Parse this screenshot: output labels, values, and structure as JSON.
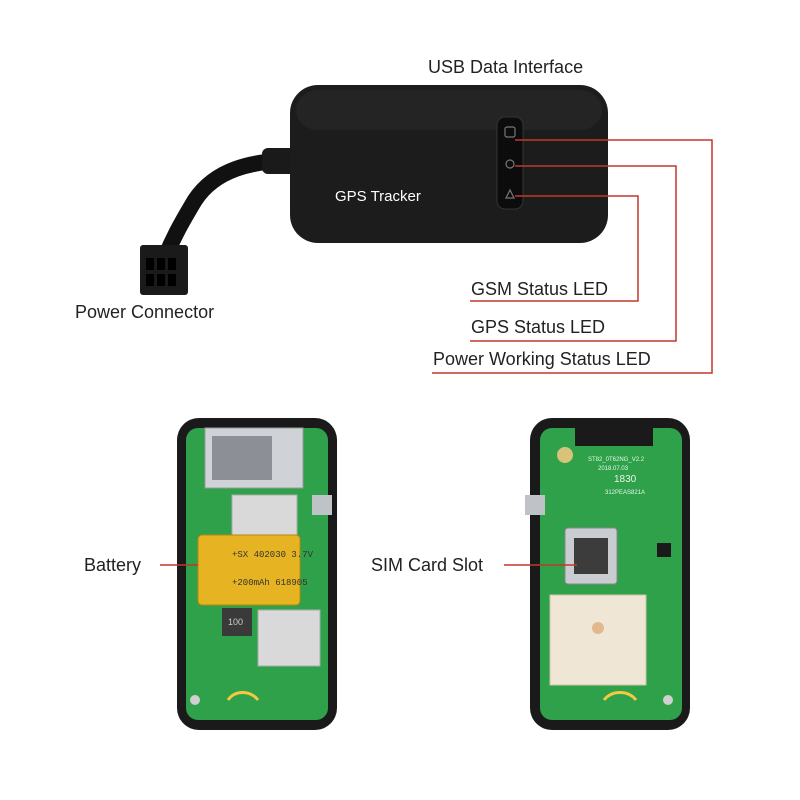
{
  "device": {
    "case_label": "GPS Tracker"
  },
  "callouts": {
    "usb": "USB Data Interface",
    "power_connector": "Power Connector",
    "gsm_led": "GSM Status LED",
    "gps_led": "GPS Status LED",
    "power_led": "Power Working Status LED",
    "battery": "Battery",
    "sim_slot": "SIM Card Slot"
  },
  "battery_print": {
    "line1": "+SX 402030 3.7V",
    "line2": "+200mAh 618905"
  },
  "pcb_print": {
    "inductor": "100",
    "chip_code": "1830",
    "board_id": "ST82_0T62NG_V2.2",
    "board_date": "2018.07.03",
    "module_code": "312PEAS821A"
  },
  "colors": {
    "leader_line": "#c0392b",
    "case": "#1c1c1c",
    "pcb": "#2fa14a",
    "battery": "#e6b422"
  }
}
